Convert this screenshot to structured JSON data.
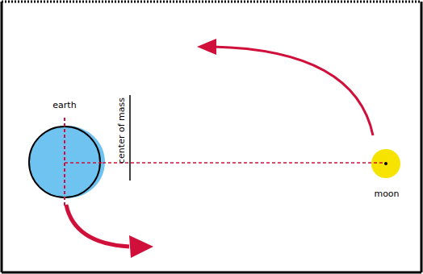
{
  "diagram": {
    "nodes": [
      {
        "text": [
          "earth"
        ]
      },
      {
        "text": [
          "moon"
        ]
      }
    ],
    "edges": [
      {
        "from": 0,
        "to": 1,
        "arrow": "none"
      }
    ],
    "labels": [
      "center of mass"
    ]
  }
}
